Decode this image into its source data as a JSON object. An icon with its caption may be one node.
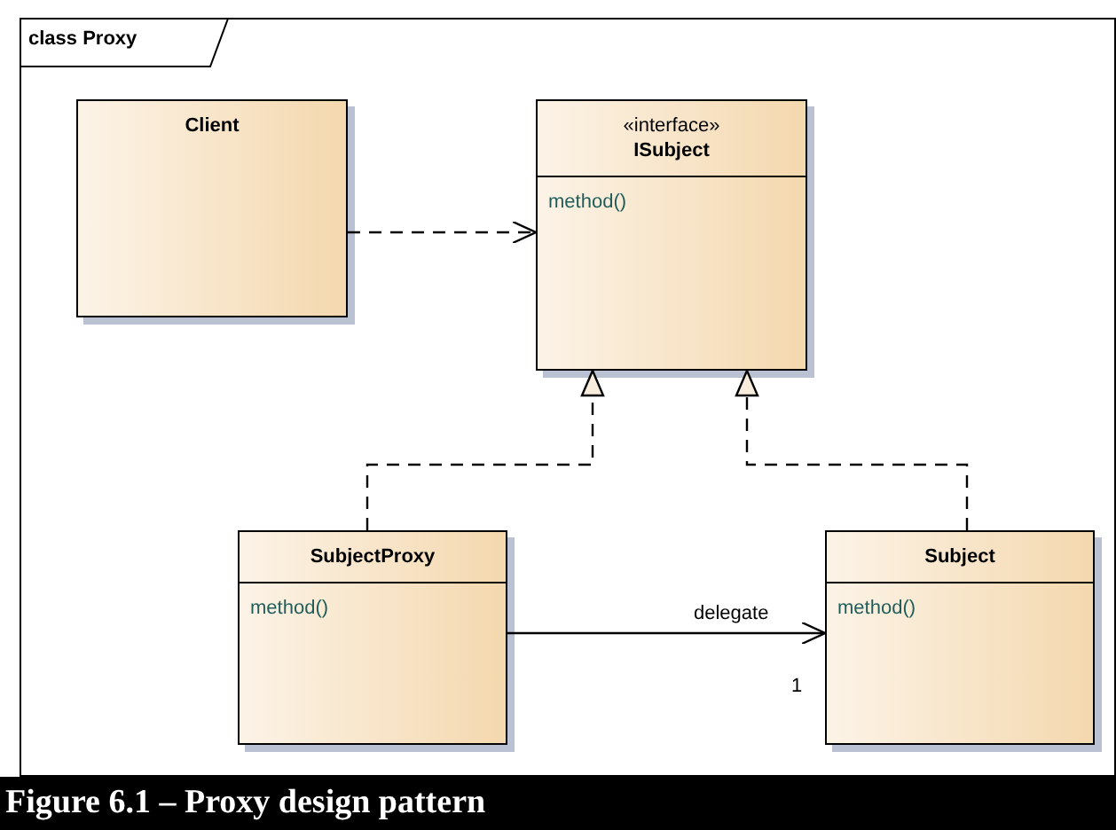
{
  "diagram": {
    "caption": "Figure 6.1 – Proxy design pattern",
    "nodes": [
      {
        "text": [
          "class Proxy"
        ]
      },
      {
        "text": [
          "Client"
        ],
        "in": 0
      },
      {
        "text": [
          "«interface»",
          "ISubject",
          "method()"
        ],
        "in": 0
      },
      {
        "text": [
          "SubjectProxy",
          "method()"
        ],
        "in": 0
      },
      {
        "text": [
          "Subject",
          "method()"
        ],
        "in": 0
      }
    ],
    "edges": [
      {
        "from": 1,
        "to": 2,
        "arrow": "to",
        "style": "dashed"
      },
      {
        "from": 3,
        "to": 2,
        "arrow": "to",
        "style": "dashed"
      },
      {
        "from": 4,
        "to": 2,
        "arrow": "to",
        "style": "dashed"
      },
      {
        "from": 3,
        "to": 4,
        "arrow": "to",
        "label": "delegate"
      }
    ],
    "labels": [
      "1"
    ]
  }
}
